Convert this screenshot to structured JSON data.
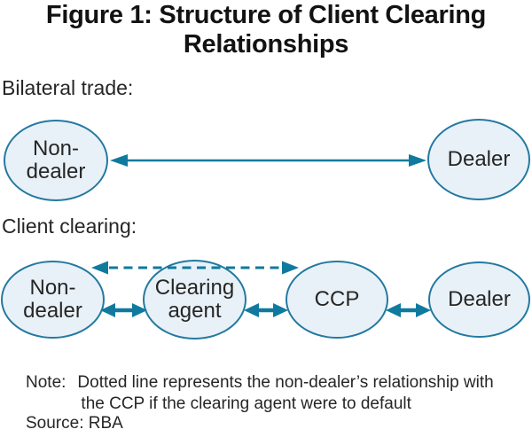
{
  "figure": {
    "title_lines": [
      "Figure 1: Structure of Client Clearing",
      "Relationships"
    ]
  },
  "sections": {
    "bilateral": {
      "heading": "Bilateral trade:",
      "nodes": {
        "non_dealer": "Non-\ndealer",
        "dealer": "Dealer"
      },
      "connections": [
        {
          "from": "Non-dealer",
          "to": "Dealer",
          "style": "solid",
          "direction": "both"
        }
      ]
    },
    "client_clearing": {
      "heading": "Client clearing:",
      "nodes": {
        "non_dealer": "Non-\ndealer",
        "clearing_agent": "Clearing\nagent",
        "ccp": "CCP",
        "dealer": "Dealer"
      },
      "connections": [
        {
          "from": "Non-dealer",
          "to": "Clearing agent",
          "style": "solid",
          "direction": "both"
        },
        {
          "from": "Clearing agent",
          "to": "CCP",
          "style": "solid",
          "direction": "both"
        },
        {
          "from": "CCP",
          "to": "Dealer",
          "style": "solid",
          "direction": "both"
        },
        {
          "from": "Non-dealer",
          "to": "CCP",
          "style": "dashed",
          "direction": "both"
        }
      ]
    }
  },
  "footer": {
    "note_label": "Note:",
    "note_text": "Dotted line represents the non-dealer’s relationship with the CCP if the clearing agent were to default",
    "source": "Source: RBA"
  },
  "colors": {
    "arrow_color": "#0f7a9e",
    "node_border": "#2379a0",
    "node_fill": "#e9f1f8",
    "body_text": "#262626",
    "title_text": "#121212"
  }
}
